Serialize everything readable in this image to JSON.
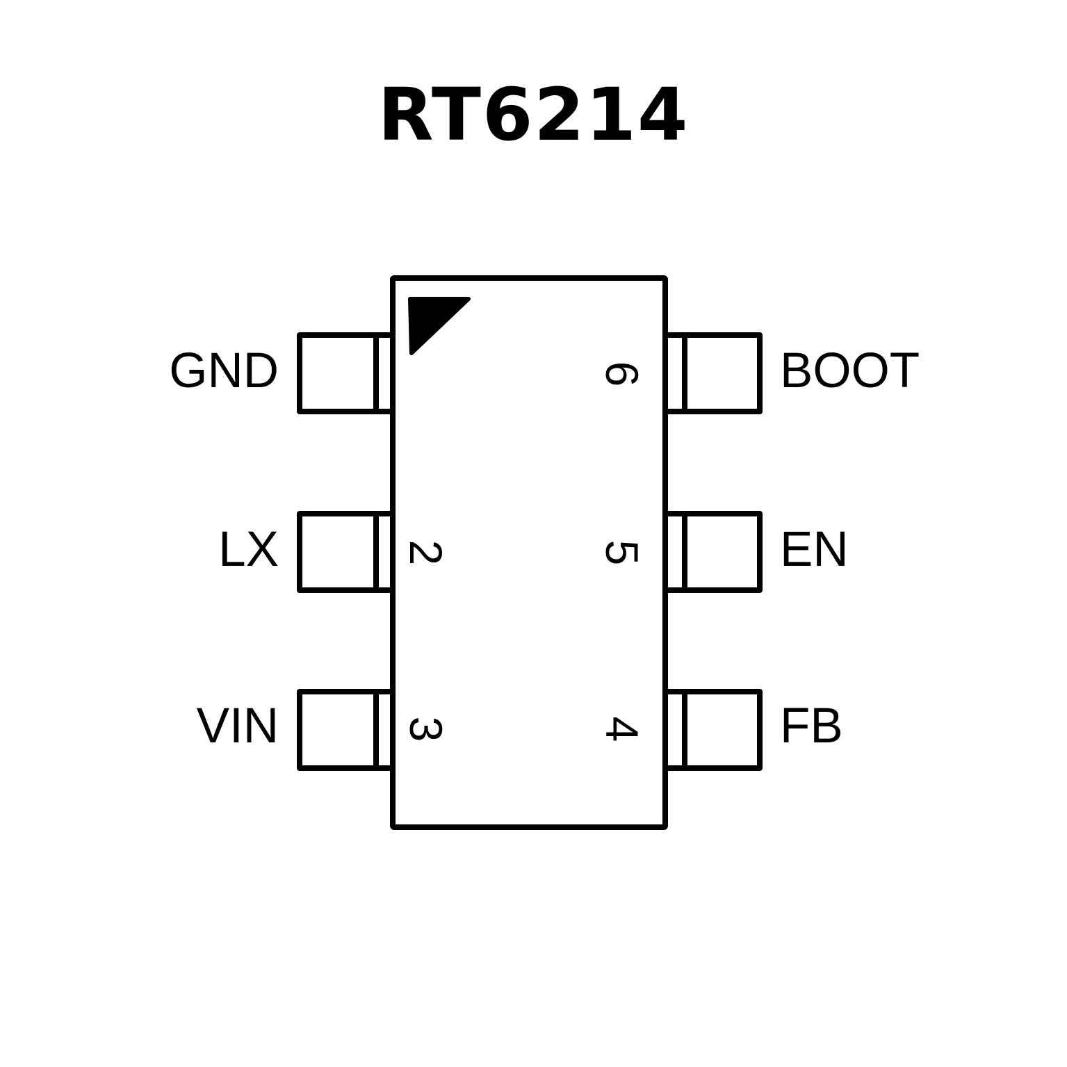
{
  "title": "RT6214",
  "package": {
    "pin1_marker": "triangle-marker",
    "pins": [
      {
        "number": "1",
        "name": "GND",
        "side": "left",
        "number_shown": false
      },
      {
        "number": "2",
        "name": "LX",
        "side": "left",
        "number_shown": true
      },
      {
        "number": "3",
        "name": "VIN",
        "side": "left",
        "number_shown": true
      },
      {
        "number": "4",
        "name": "FB",
        "side": "right",
        "number_shown": true
      },
      {
        "number": "5",
        "name": "EN",
        "side": "right",
        "number_shown": true
      },
      {
        "number": "6",
        "name": "BOOT",
        "side": "right",
        "number_shown": true
      }
    ]
  },
  "colors": {
    "stroke": "#000000",
    "background": "#ffffff"
  }
}
